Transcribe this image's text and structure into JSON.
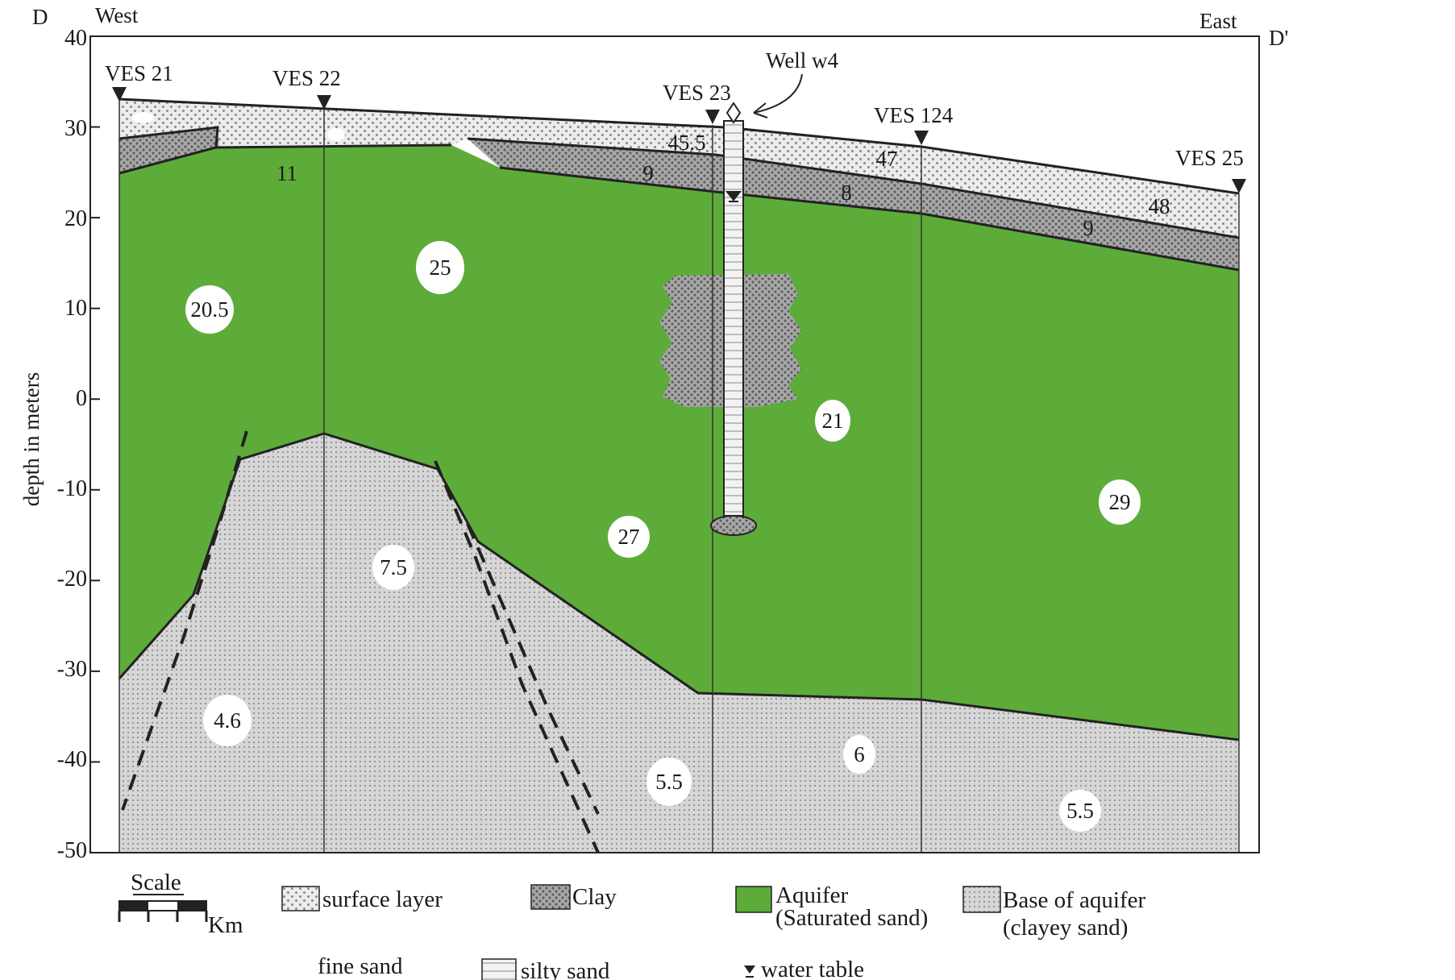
{
  "profile": {
    "left_end": "D",
    "right_end": "D'",
    "west_label": "West",
    "east_label": "East",
    "y_axis_label": "depth in meters",
    "y_ticks": [
      "40",
      "30",
      "20",
      "10",
      "0",
      "-10",
      "-20",
      "-30",
      "-40",
      "-50"
    ],
    "y_range_m": [
      -50,
      40
    ]
  },
  "ves_stations": [
    "VES 21",
    "VES 22",
    "VES 23",
    "VES 124",
    "VES 25"
  ],
  "well_label": "Well w4",
  "resistivity_values": {
    "surface": [
      "45.5",
      "47",
      "48"
    ],
    "clay": [
      "11",
      "9",
      "8",
      "9"
    ],
    "aquifer": [
      "20.5",
      "25",
      "27",
      "21",
      "29"
    ],
    "base": [
      "4.6",
      "7.5",
      "5.5",
      "6",
      "5.5"
    ]
  },
  "legend": {
    "scale_title": "Scale",
    "scale_unit": "Km",
    "surface_layer": "surface layer",
    "clay": "Clay",
    "aquifer_line1": "Aquifer",
    "aquifer_line2": "(Saturated sand)",
    "base_line1": "Base of aquifer",
    "base_line2": "(clayey sand)",
    "fine_sand": "fine sand",
    "silty_sand": "silty sand",
    "water_table": "water table"
  },
  "colors": {
    "aquifer": "#5dac3a",
    "base": "#d4d4d4",
    "clay": "#9c9c9c",
    "surface": "#e9e9e9"
  }
}
